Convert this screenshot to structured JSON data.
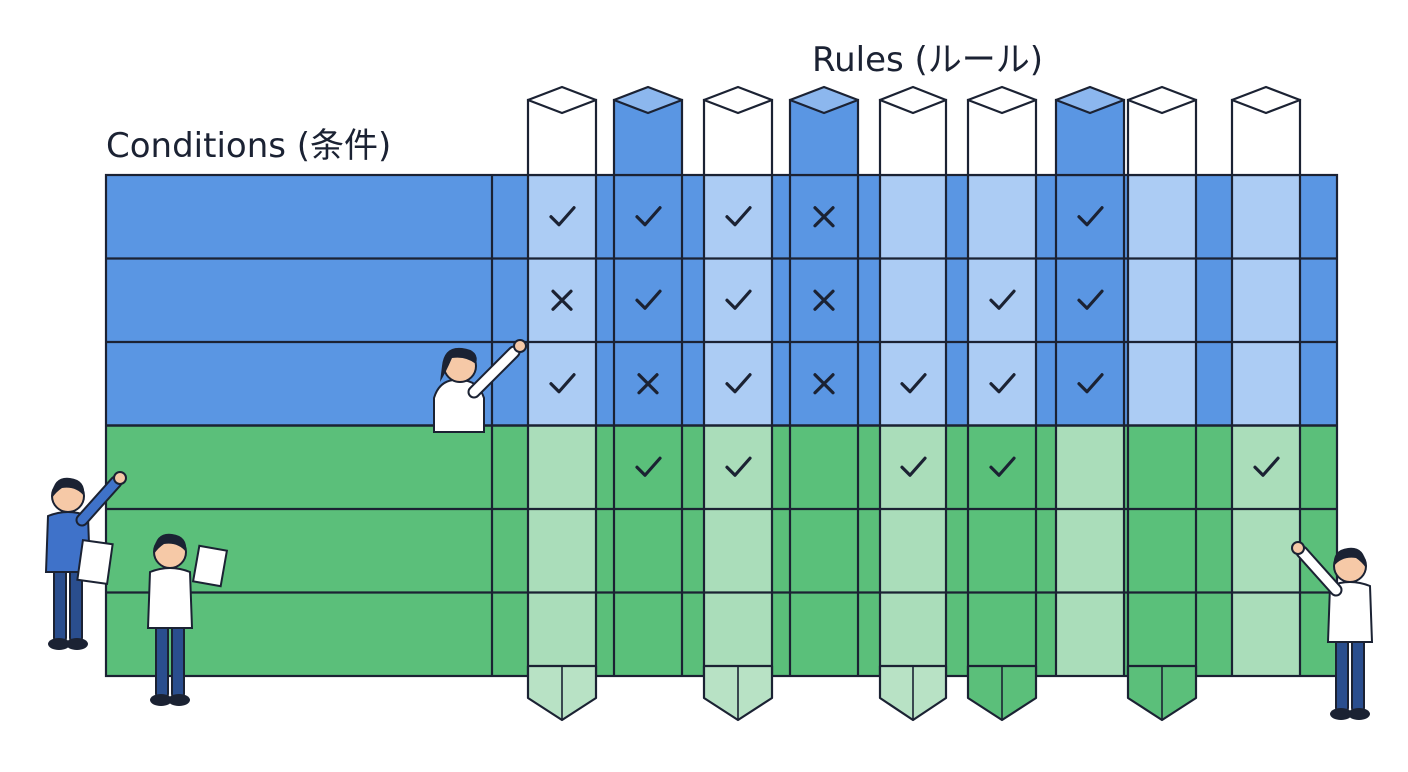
{
  "labels": {
    "rules": "Rules (ルール)",
    "conditions": "Conditions (条件)"
  },
  "colors": {
    "condition_row": "#5a96e3",
    "action_row": "#5bbf7a",
    "outline": "#1b2233",
    "pale_blue": "#b5d1f5",
    "pale_green": "#b8e2c5",
    "skin": "#f6c9a7",
    "hair": "#1b2233",
    "shirt_blue": "#3f72c9",
    "shirt_white": "#ffffff",
    "pants": "#2a4e8e"
  },
  "table": {
    "condition_rows": 3,
    "action_rows": 3,
    "rule_columns": 9
  },
  "rules": [
    {
      "cap": "white",
      "conditions": [
        "check",
        "cross",
        "check"
      ],
      "actions": [
        "",
        "",
        ""
      ]
    },
    {
      "cap": "blue",
      "conditions": [
        "check",
        "check",
        "cross"
      ],
      "actions": [
        "check",
        "",
        ""
      ]
    },
    {
      "cap": "white",
      "conditions": [
        "check",
        "check",
        "check"
      ],
      "actions": [
        "check",
        "",
        ""
      ]
    },
    {
      "cap": "blue",
      "conditions": [
        "cross",
        "cross",
        "cross"
      ],
      "actions": [
        "",
        "",
        ""
      ]
    },
    {
      "cap": "white",
      "conditions": [
        "",
        "",
        "check"
      ],
      "actions": [
        "check",
        "",
        ""
      ]
    },
    {
      "cap": "white",
      "conditions": [
        "",
        "check",
        "check"
      ],
      "actions": [
        "check",
        "",
        ""
      ]
    },
    {
      "cap": "blue",
      "conditions": [
        "check",
        "check",
        "check"
      ],
      "actions": [
        "",
        "",
        ""
      ]
    },
    {
      "cap": "white",
      "conditions": [
        "",
        "",
        ""
      ],
      "actions": [
        "",
        "",
        ""
      ]
    },
    {
      "cap": "white",
      "conditions": [
        "",
        "",
        ""
      ],
      "actions": [
        "check",
        "",
        ""
      ]
    }
  ],
  "icons": {
    "check": "check-icon",
    "cross": "cross-icon"
  },
  "people": [
    {
      "name": "person-pointing-left",
      "shirt": "blue",
      "holding": "paper"
    },
    {
      "name": "person-holding-paper",
      "shirt": "white",
      "holding": "paper"
    },
    {
      "name": "person-pointing-center",
      "shirt": "white",
      "holding": ""
    },
    {
      "name": "person-pointing-right",
      "shirt": "white",
      "holding": ""
    }
  ]
}
